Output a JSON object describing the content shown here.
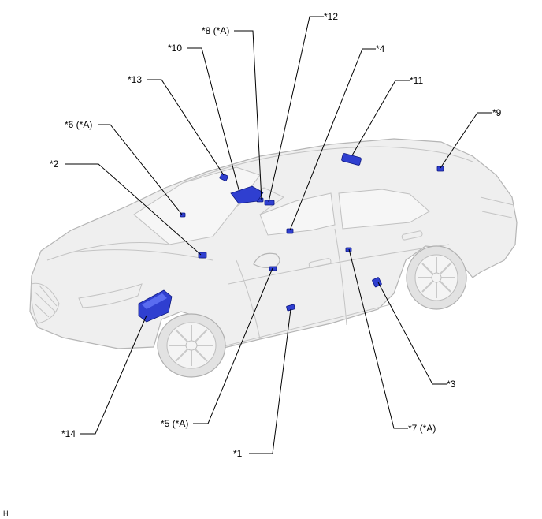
{
  "diagram": {
    "corner_code": "H",
    "callouts": [
      {
        "id": "c1",
        "label": "*1"
      },
      {
        "id": "c2",
        "label": "*2"
      },
      {
        "id": "c3",
        "label": "*3"
      },
      {
        "id": "c4",
        "label": "*4"
      },
      {
        "id": "c5",
        "label": "*5 (*A)"
      },
      {
        "id": "c6",
        "label": "*6 (*A)"
      },
      {
        "id": "c7",
        "label": "*7 (*A)"
      },
      {
        "id": "c8",
        "label": "*8 (*A)"
      },
      {
        "id": "c9",
        "label": "*9"
      },
      {
        "id": "c10",
        "label": "*10"
      },
      {
        "id": "c11",
        "label": "*11"
      },
      {
        "id": "c12",
        "label": "*12"
      },
      {
        "id": "c13",
        "label": "*13"
      },
      {
        "id": "c14",
        "label": "*14"
      }
    ],
    "colors": {
      "component_fill": "#2f3fd0",
      "component_edge": "#0d1880",
      "car_body": "#efefef",
      "leader_line": "#000000"
    }
  }
}
